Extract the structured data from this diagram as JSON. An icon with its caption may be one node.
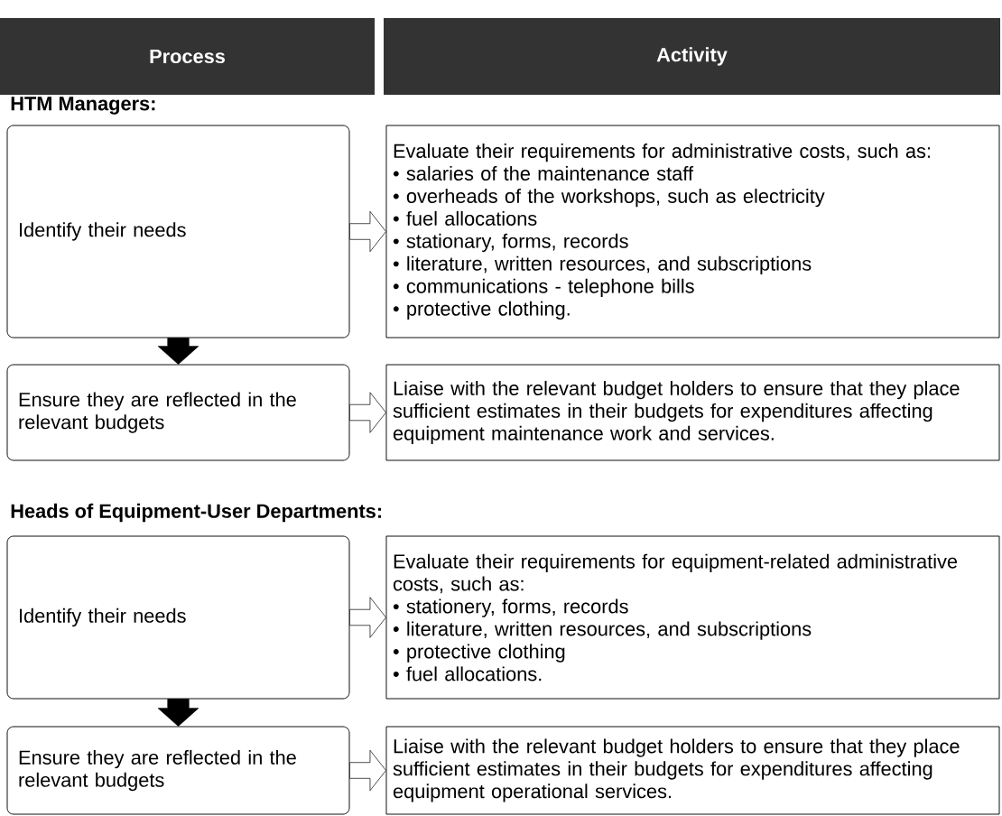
{
  "diagram": {
    "nodes": [
      {
        "text": [
          "Process"
        ]
      },
      {
        "text": [
          "Activity"
        ]
      },
      {
        "text": [
          "Identify their needs"
        ]
      },
      {
        "text": [
          "Evaluate their requirements for administrative costs, such as:",
          "• salaries of the maintenance staff",
          "• overheads of the workshops, such as electricity",
          "• fuel allocations",
          "• stationary, forms, records",
          "• literature, written resources, and subscriptions",
          "• communications - telephone bills",
          "• protective clothing."
        ]
      },
      {
        "text": [
          "Ensure they are reflected in the relevant budgets"
        ]
      },
      {
        "text": [
          "Liaise with the relevant budget holders to ensure that they place sufficient estimates in their budgets for expenditures affecting equipment maintenance work and services."
        ]
      },
      {
        "text": [
          "Identify their needs"
        ]
      },
      {
        "text": [
          "Evaluate their requirements for equipment-related administrative costs, such as:",
          "• stationery, forms, records",
          "• literature, written resources, and subscriptions",
          "• protective clothing",
          "• fuel allocations."
        ]
      },
      {
        "text": [
          "Ensure they are reflected in the relevant budgets"
        ]
      },
      {
        "text": [
          "Liaise with the relevant budget holders to ensure that they place sufficient estimates in their budgets for expenditures affecting equipment operational services."
        ]
      }
    ],
    "edges": [
      {
        "from": 2,
        "to": 3,
        "arrow": "to"
      },
      {
        "from": 2,
        "to": 4,
        "arrow": "to",
        "style": "thick"
      },
      {
        "from": 4,
        "to": 5,
        "arrow": "to"
      },
      {
        "from": 6,
        "to": 7,
        "arrow": "to"
      },
      {
        "from": 6,
        "to": 8,
        "arrow": "to",
        "style": "thick"
      },
      {
        "from": 8,
        "to": 9,
        "arrow": "to"
      }
    ],
    "labels": [
      "HTM Managers:",
      "Heads of Equipment-User Departments:"
    ]
  }
}
